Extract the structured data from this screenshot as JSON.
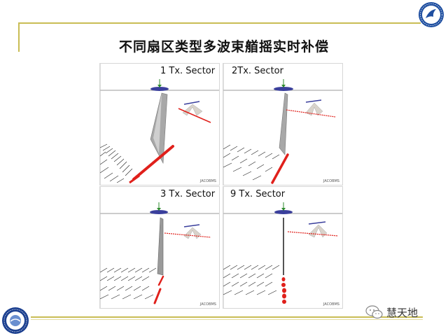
{
  "slide": {
    "title": "不同扇区类型多波束艏摇实时补偿",
    "watermark_text": "慧天地",
    "colors": {
      "frame": "#c9bd55",
      "swath_red": "#e0201b",
      "vessel": "#3a3f9c"
    }
  },
  "panels": [
    {
      "label": "1 Tx. Sector",
      "credit": "JACOBMS"
    },
    {
      "label": "2Tx. Sector",
      "credit": "JACOBMS"
    },
    {
      "label": "3 Tx. Sector",
      "credit": "JACOBMS"
    },
    {
      "label": "9 Tx. Sector",
      "credit": "JACOBMS"
    }
  ],
  "icons": {
    "logo_top": "university-seal-icon",
    "logo_bottom": "institute-seal-icon",
    "watermark": "wechat-icon"
  }
}
